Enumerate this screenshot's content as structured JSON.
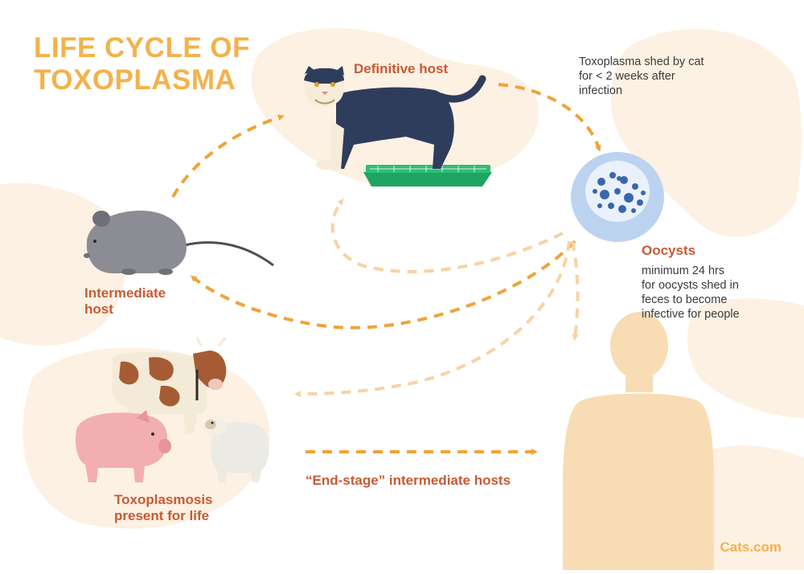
{
  "title": {
    "line1": "LIFE CYCLE OF",
    "line2": "TOXOPLASMA"
  },
  "nodes": {
    "definitive_host": "Definitive host",
    "cat_note": [
      "Toxoplasma shed by cat",
      "for < 2 weeks after",
      "infection"
    ],
    "oocysts": "Oocysts",
    "oocysts_note": [
      "minimum 24 hrs",
      "for oocysts shed in",
      "feces to become",
      "infective for people"
    ],
    "intermediate_host": [
      "Intermediate",
      "host"
    ],
    "livestock_note": [
      "Toxoplasmosis",
      "present for life"
    ],
    "end_stage": "“End-stage” intermediate hosts"
  },
  "brand": "Cats.com",
  "colors": {
    "title": "#f2b24c",
    "label": "#c85a34",
    "arrow_strong": "#f0a33a",
    "arrow_light": "#f7d3a4",
    "background_blob": "#fdf1e3",
    "cat": "#2f3d5c",
    "oocyst": "#3a66ad",
    "human": "#f8dcb4"
  },
  "icons": [
    "cat-icon",
    "litter-box-icon",
    "oocyst-icon",
    "mouse-icon",
    "cow-icon",
    "pig-icon",
    "sheep-icon",
    "human-silhouette-icon"
  ]
}
